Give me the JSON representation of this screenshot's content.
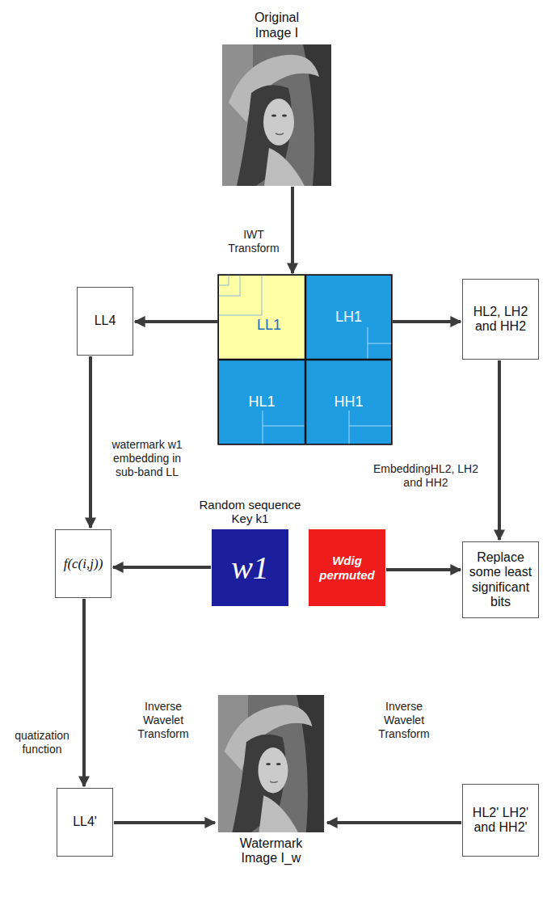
{
  "diagram": {
    "nodes": [
      {
        "text": [
          "Original Image I"
        ]
      },
      {
        "text": [
          "LL1"
        ]
      },
      {
        "text": [
          "LH1"
        ]
      },
      {
        "text": [
          "HL1"
        ]
      },
      {
        "text": [
          "HH1"
        ]
      },
      {
        "text": [
          "LL4"
        ]
      },
      {
        "text": [
          "HL2, LH2 and HH2"
        ]
      },
      {
        "text": [
          "f(c(i,j))"
        ]
      },
      {
        "text": [
          "Random sequence Key k1",
          "w1"
        ]
      },
      {
        "text": [
          "Wdig permuted"
        ]
      },
      {
        "text": [
          "Replace some least significant bits"
        ]
      },
      {
        "text": [
          "LL4'"
        ]
      },
      {
        "text": [
          "Watermark Image I_w"
        ]
      },
      {
        "text": [
          "HL2' LH2' and HH2'"
        ]
      }
    ],
    "edges": [
      {
        "from": 0,
        "to": 1,
        "arrow": "to",
        "label": "IWT Transform"
      },
      {
        "from": 1,
        "to": 5,
        "arrow": "to"
      },
      {
        "from": 2,
        "to": 6,
        "arrow": "to"
      },
      {
        "from": 5,
        "to": 7,
        "arrow": "to",
        "label": "watermark w1 embedding in sub-band LL"
      },
      {
        "from": 6,
        "to": 10,
        "arrow": "to",
        "label": "EmbeddingHL2, LH2 and HH2"
      },
      {
        "from": 8,
        "to": 7,
        "arrow": "to"
      },
      {
        "from": 9,
        "to": 10,
        "arrow": "to"
      },
      {
        "from": 7,
        "to": 11,
        "arrow": "to",
        "label": "quatization function"
      },
      {
        "from": 11,
        "to": 12,
        "arrow": "to",
        "label": "Inverse Wavelet Transform"
      },
      {
        "from": 13,
        "to": 12,
        "arrow": "to",
        "label": "Inverse Wavelet Transform"
      }
    ]
  }
}
